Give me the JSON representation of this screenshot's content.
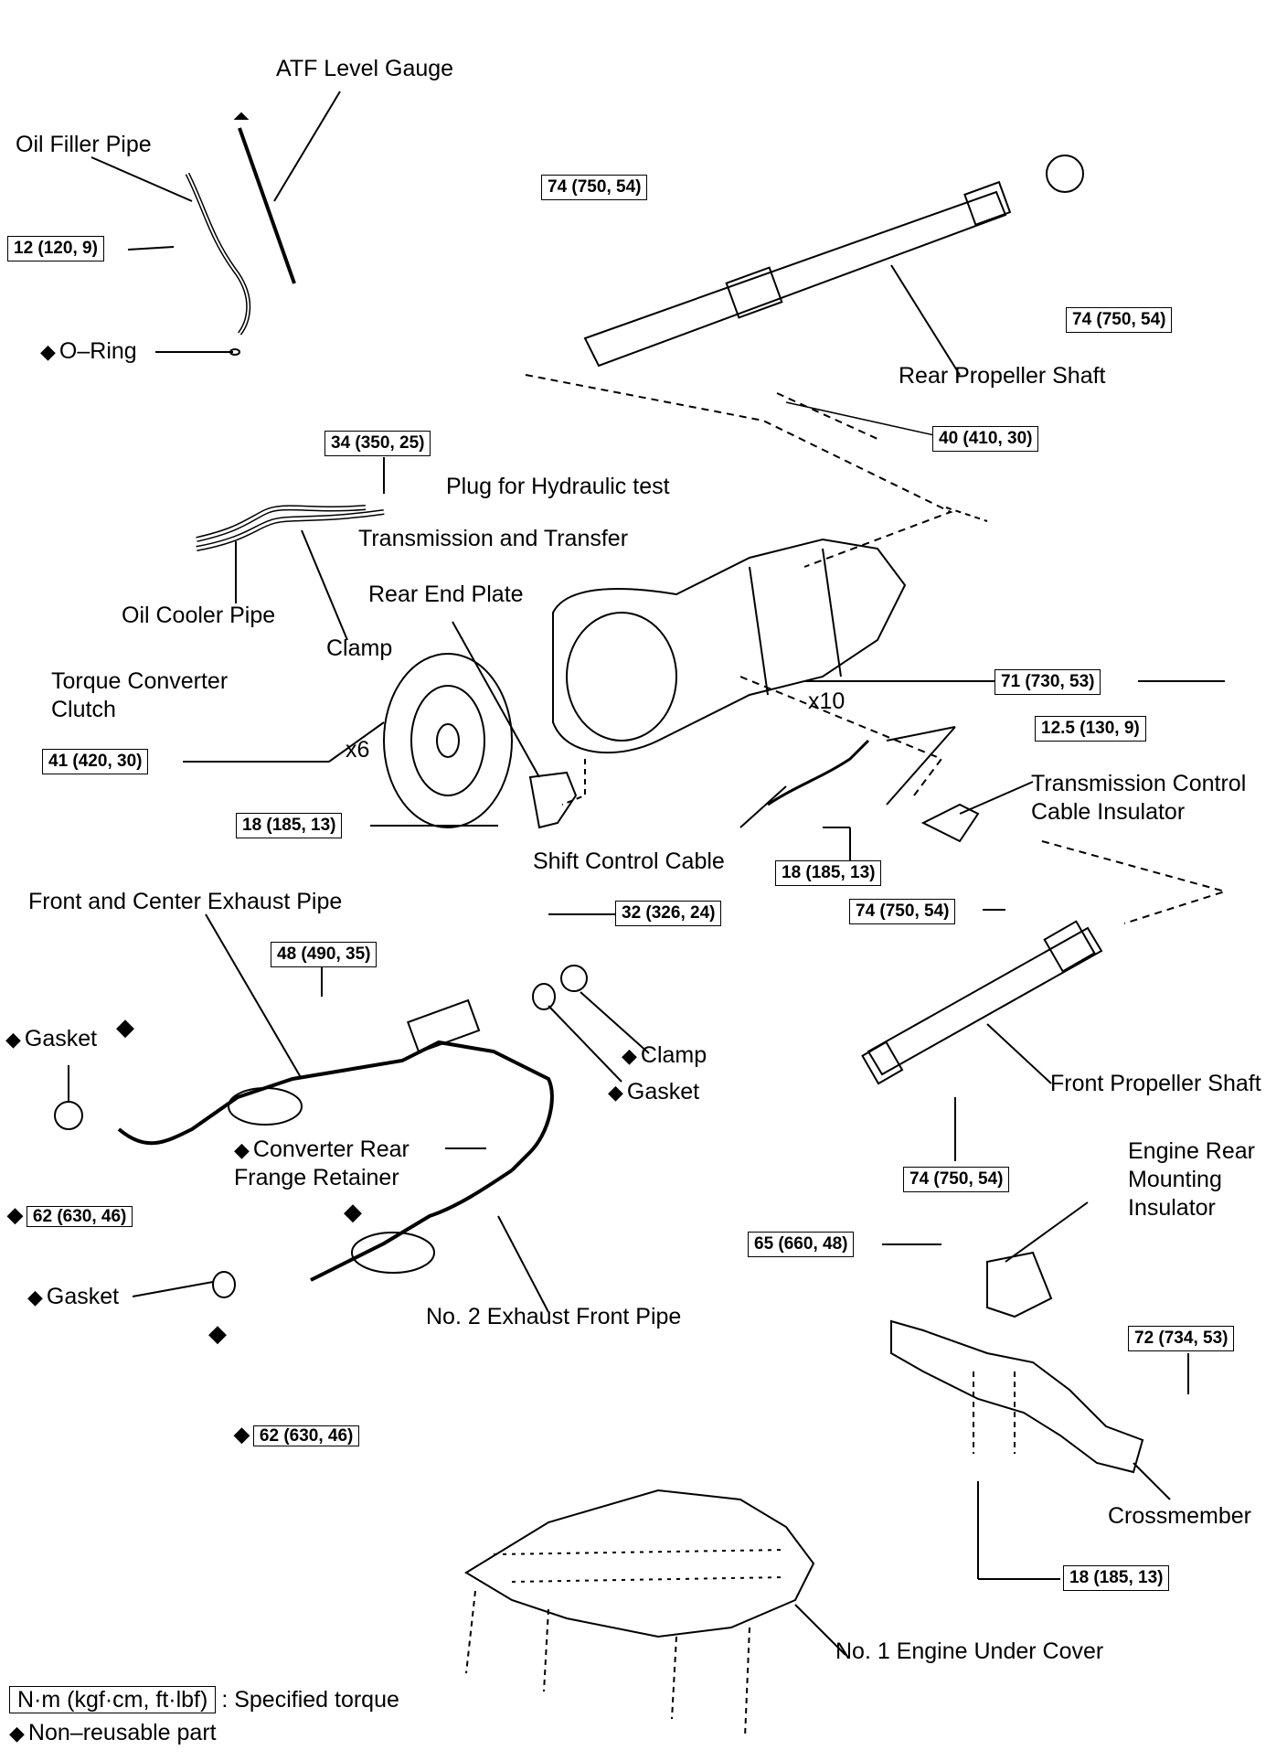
{
  "labels": {
    "atf_level_gauge": "ATF Level Gauge",
    "oil_filler_pipe": "Oil Filler Pipe",
    "o_ring": "O–Ring",
    "rear_propeller_shaft": "Rear Propeller Shaft",
    "plug_hydraulic_test": "Plug for Hydraulic test",
    "transmission_transfer": "Transmission and Transfer",
    "rear_end_plate": "Rear End Plate",
    "oil_cooler_pipe": "Oil Cooler Pipe",
    "clamp_upper": "Clamp",
    "torque_converter_clutch": "Torque Converter Clutch",
    "x6": "x6",
    "x10": "x10",
    "transmission_control_cable_insulator": "Transmission Control Cable Insulator",
    "shift_control_cable": "Shift Control Cable",
    "front_center_exhaust_pipe": "Front and Center Exhaust Pipe",
    "gasket_left": "Gasket",
    "clamp_lower": "Clamp",
    "gasket_mid": "Gasket",
    "converter_rear_retainer": "Converter Rear Frange Retainer",
    "front_propeller_shaft": "Front Propeller Shaft",
    "engine_rear_mounting_insulator": "Engine Rear Mounting Insulator",
    "gasket_lower": "Gasket",
    "no2_exhaust_front_pipe": "No. 2 Exhaust Front Pipe",
    "crossmember": "Crossmember",
    "no1_engine_under_cover": "No. 1 Engine Under Cover"
  },
  "torques": {
    "t_12_120_9": "12 (120, 9)",
    "t_74_top": "74 (750, 54)",
    "t_74_right": "74 (750, 54)",
    "t_40": "40 (410, 30)",
    "t_34": "34 (350, 25)",
    "t_71": "71 (730, 53)",
    "t_12_5": "12.5 (130, 9)",
    "t_41": "41 (420, 30)",
    "t_18_plate": "18 (185, 13)",
    "t_18_cable": "18 (185, 13)",
    "t_74_front": "74 (750, 54)",
    "t_32": "32 (326, 24)",
    "t_48": "48 (490, 35)",
    "t_74_front_lower": "74 (750, 54)",
    "t_62_left": "62 (630, 46)",
    "t_65": "65 (660, 48)",
    "t_72": "72 (734, 53)",
    "t_62_lower": "62 (630, 46)",
    "t_18_cross": "18 (185, 13)"
  },
  "legend": {
    "unit": "N·m (kgf·cm, ft·lbf)",
    "unit_desc": ": Specified torque",
    "nonreusable": "Non–reusable part"
  },
  "symbols": {
    "diamond": "◆"
  }
}
